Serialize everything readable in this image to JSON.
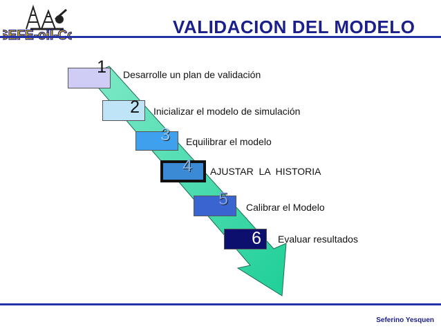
{
  "header": {
    "title": "VALIDACION DEL MODELO",
    "logo_text": "SEFE-oil-Co"
  },
  "steps": [
    {
      "number": "1",
      "label": "Desarrolle un plan de validación",
      "color": "#cfcdf5"
    },
    {
      "number": "2",
      "label": "Inicializar el modelo de simulación",
      "color": "#bfe4f7"
    },
    {
      "number": "3",
      "label": "Equilibrar el modelo",
      "color": "#3fa1ee"
    },
    {
      "number": "4",
      "label": "AJUSTAR  LA  HISTORIA",
      "color": "#3b8ad6"
    },
    {
      "number": "5",
      "label": "Calibrar el Modelo",
      "color": "#3a64d0"
    },
    {
      "number": "6",
      "label": "Evaluar resultados",
      "color": "#0c0f6e"
    }
  ],
  "footer": {
    "author": "Seferino Yesquen"
  },
  "colors": {
    "title": "#1a1f8c",
    "rule": "#2231a6",
    "arrow": "#2bd6a0"
  }
}
